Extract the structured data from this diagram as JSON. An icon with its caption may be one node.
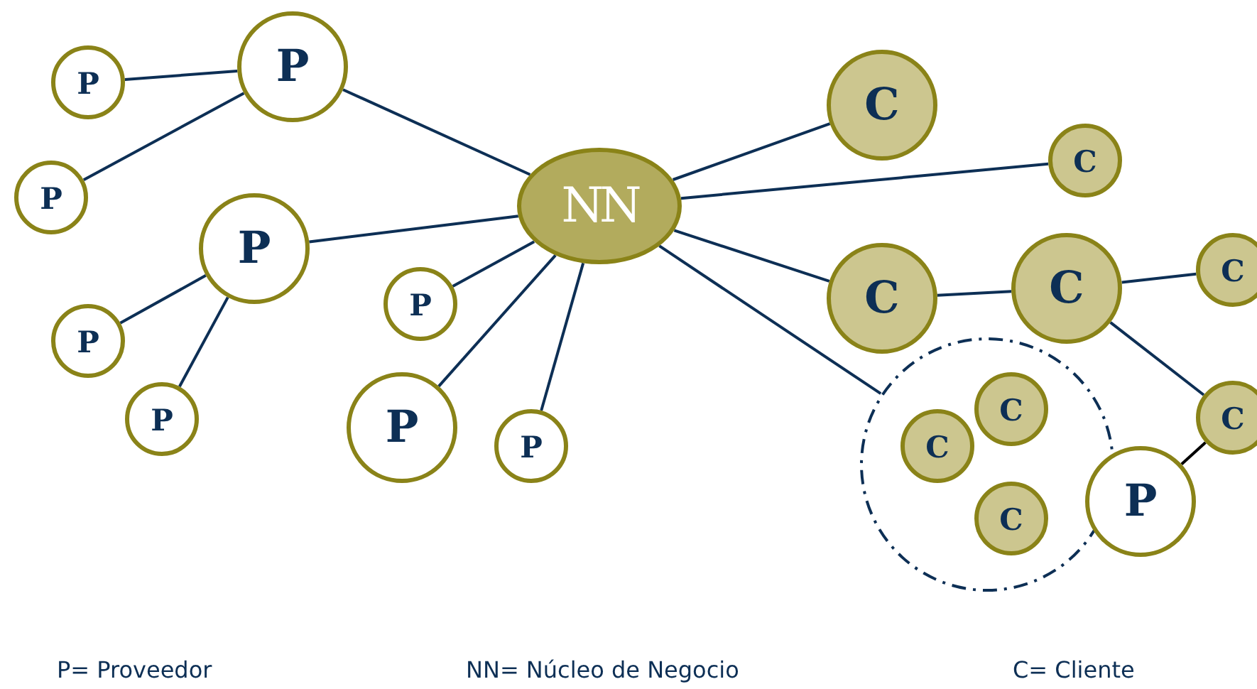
{
  "diagram": {
    "nodes": [
      {
        "text": [
          "NN"
        ]
      },
      {
        "text": [
          "P"
        ]
      },
      {
        "text": [
          "P"
        ]
      },
      {
        "text": [
          "P"
        ]
      },
      {
        "text": [
          "P"
        ]
      },
      {
        "text": [
          "P"
        ]
      },
      {
        "text": [
          "P"
        ]
      },
      {
        "text": [
          "P"
        ]
      },
      {
        "text": [
          "P"
        ]
      },
      {
        "text": [
          "P"
        ]
      },
      {
        "text": [
          "C"
        ]
      },
      {
        "text": [
          "C"
        ]
      },
      {
        "text": [
          "C"
        ]
      },
      {
        "text": [
          "C"
        ]
      },
      {
        "text": [
          "C"
        ]
      },
      {
        "text": [
          "C"
        ]
      },
      {
        "text": [],
        "shape": "circle"
      },
      {
        "text": [
          "C"
        ],
        "in": 16
      },
      {
        "text": [
          "C"
        ],
        "in": 16
      },
      {
        "text": [
          "C"
        ],
        "in": 16
      },
      {
        "text": [
          "P"
        ]
      }
    ],
    "edges": [
      {
        "from": 2,
        "to": 1,
        "arrow": "none"
      },
      {
        "from": 3,
        "to": 1,
        "arrow": "none"
      },
      {
        "from": 1,
        "to": 0,
        "arrow": "none"
      },
      {
        "from": 4,
        "to": 0,
        "arrow": "none"
      },
      {
        "from": 5,
        "to": 4,
        "arrow": "none"
      },
      {
        "from": 6,
        "to": 4,
        "arrow": "none"
      },
      {
        "from": 7,
        "to": 0,
        "arrow": "none"
      },
      {
        "from": 8,
        "to": 0,
        "arrow": "none"
      },
      {
        "from": 9,
        "to": 0,
        "arrow": "none"
      },
      {
        "from": 0,
        "to": 10,
        "arrow": "none"
      },
      {
        "from": 0,
        "to": 11,
        "arrow": "none"
      },
      {
        "from": 0,
        "to": 12,
        "arrow": "none"
      },
      {
        "from": 0,
        "to": 16,
        "arrow": "none"
      },
      {
        "from": 12,
        "to": 13,
        "arrow": "none"
      },
      {
        "from": 13,
        "to": 14,
        "arrow": "none"
      },
      {
        "from": 13,
        "to": 15,
        "arrow": "none"
      },
      {
        "from": 20,
        "to": 15,
        "arrow": "none",
        "color": "#000000"
      }
    ],
    "labels": [
      "P= Proveedor",
      "NN= Núcleo de Negocio",
      "C= Cliente"
    ]
  }
}
